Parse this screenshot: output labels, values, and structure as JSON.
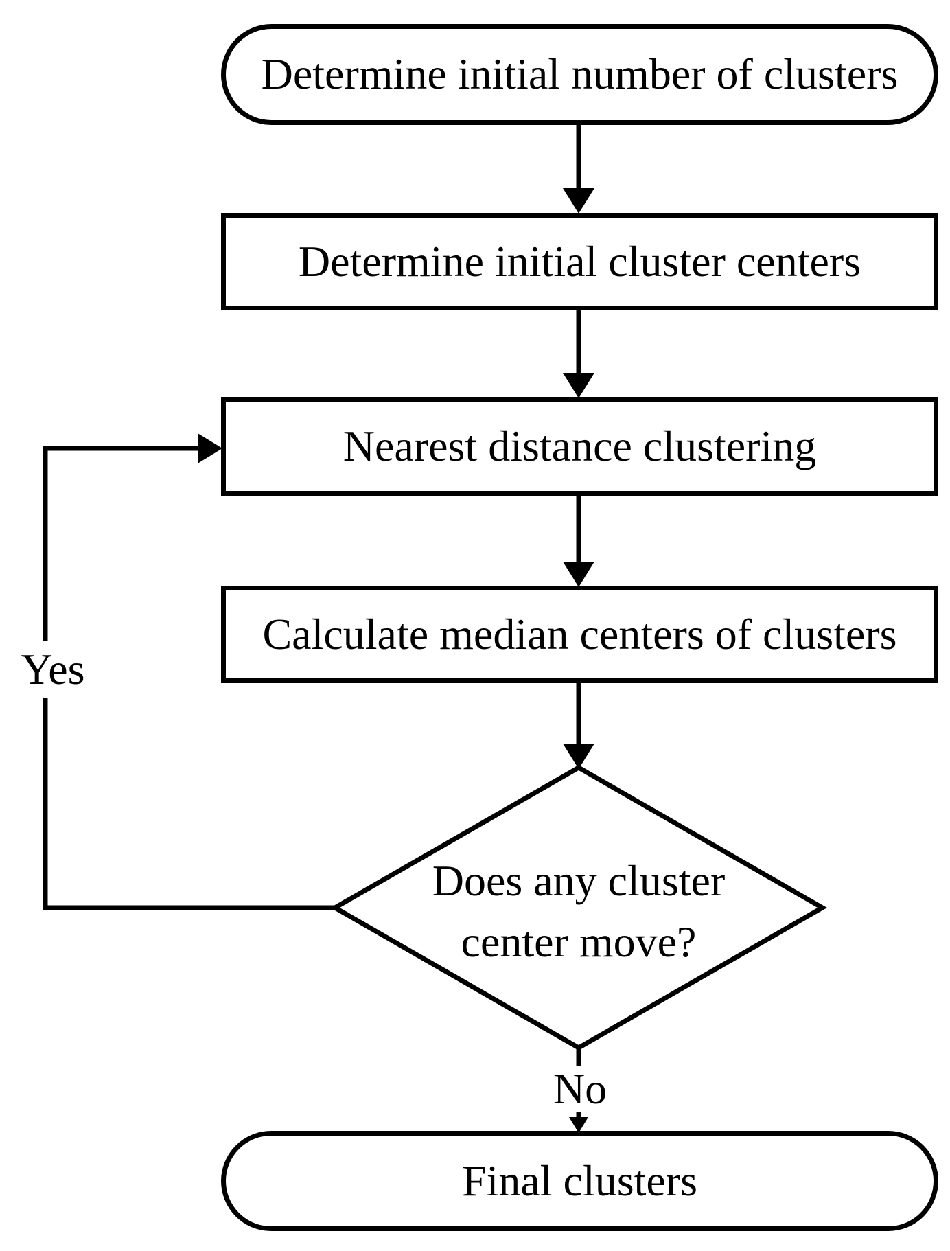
{
  "diagram": {
    "type": "flowchart",
    "colors": {
      "background": "#ffffff",
      "stroke": "#000000",
      "text": "#000000"
    },
    "nodes": [
      {
        "id": "start",
        "shape": "terminator",
        "label": "Determine initial number of clusters"
      },
      {
        "id": "init_centers",
        "shape": "process",
        "label": "Determine initial cluster centers"
      },
      {
        "id": "clustering",
        "shape": "process",
        "label": "Nearest distance clustering"
      },
      {
        "id": "median_centers",
        "shape": "process",
        "label": "Calculate median centers of clusters"
      },
      {
        "id": "decision",
        "shape": "decision",
        "label": "Does any cluster center move?",
        "lines": [
          "Does any cluster",
          "center move?"
        ]
      },
      {
        "id": "final",
        "shape": "terminator",
        "label": "Final clusters"
      }
    ],
    "edges": [
      {
        "from": "start",
        "to": "init_centers",
        "label": ""
      },
      {
        "from": "init_centers",
        "to": "clustering",
        "label": ""
      },
      {
        "from": "clustering",
        "to": "median_centers",
        "label": ""
      },
      {
        "from": "median_centers",
        "to": "decision",
        "label": ""
      },
      {
        "from": "decision",
        "to": "final",
        "label": "No"
      },
      {
        "from": "decision",
        "to": "clustering",
        "label": "Yes"
      }
    ]
  }
}
